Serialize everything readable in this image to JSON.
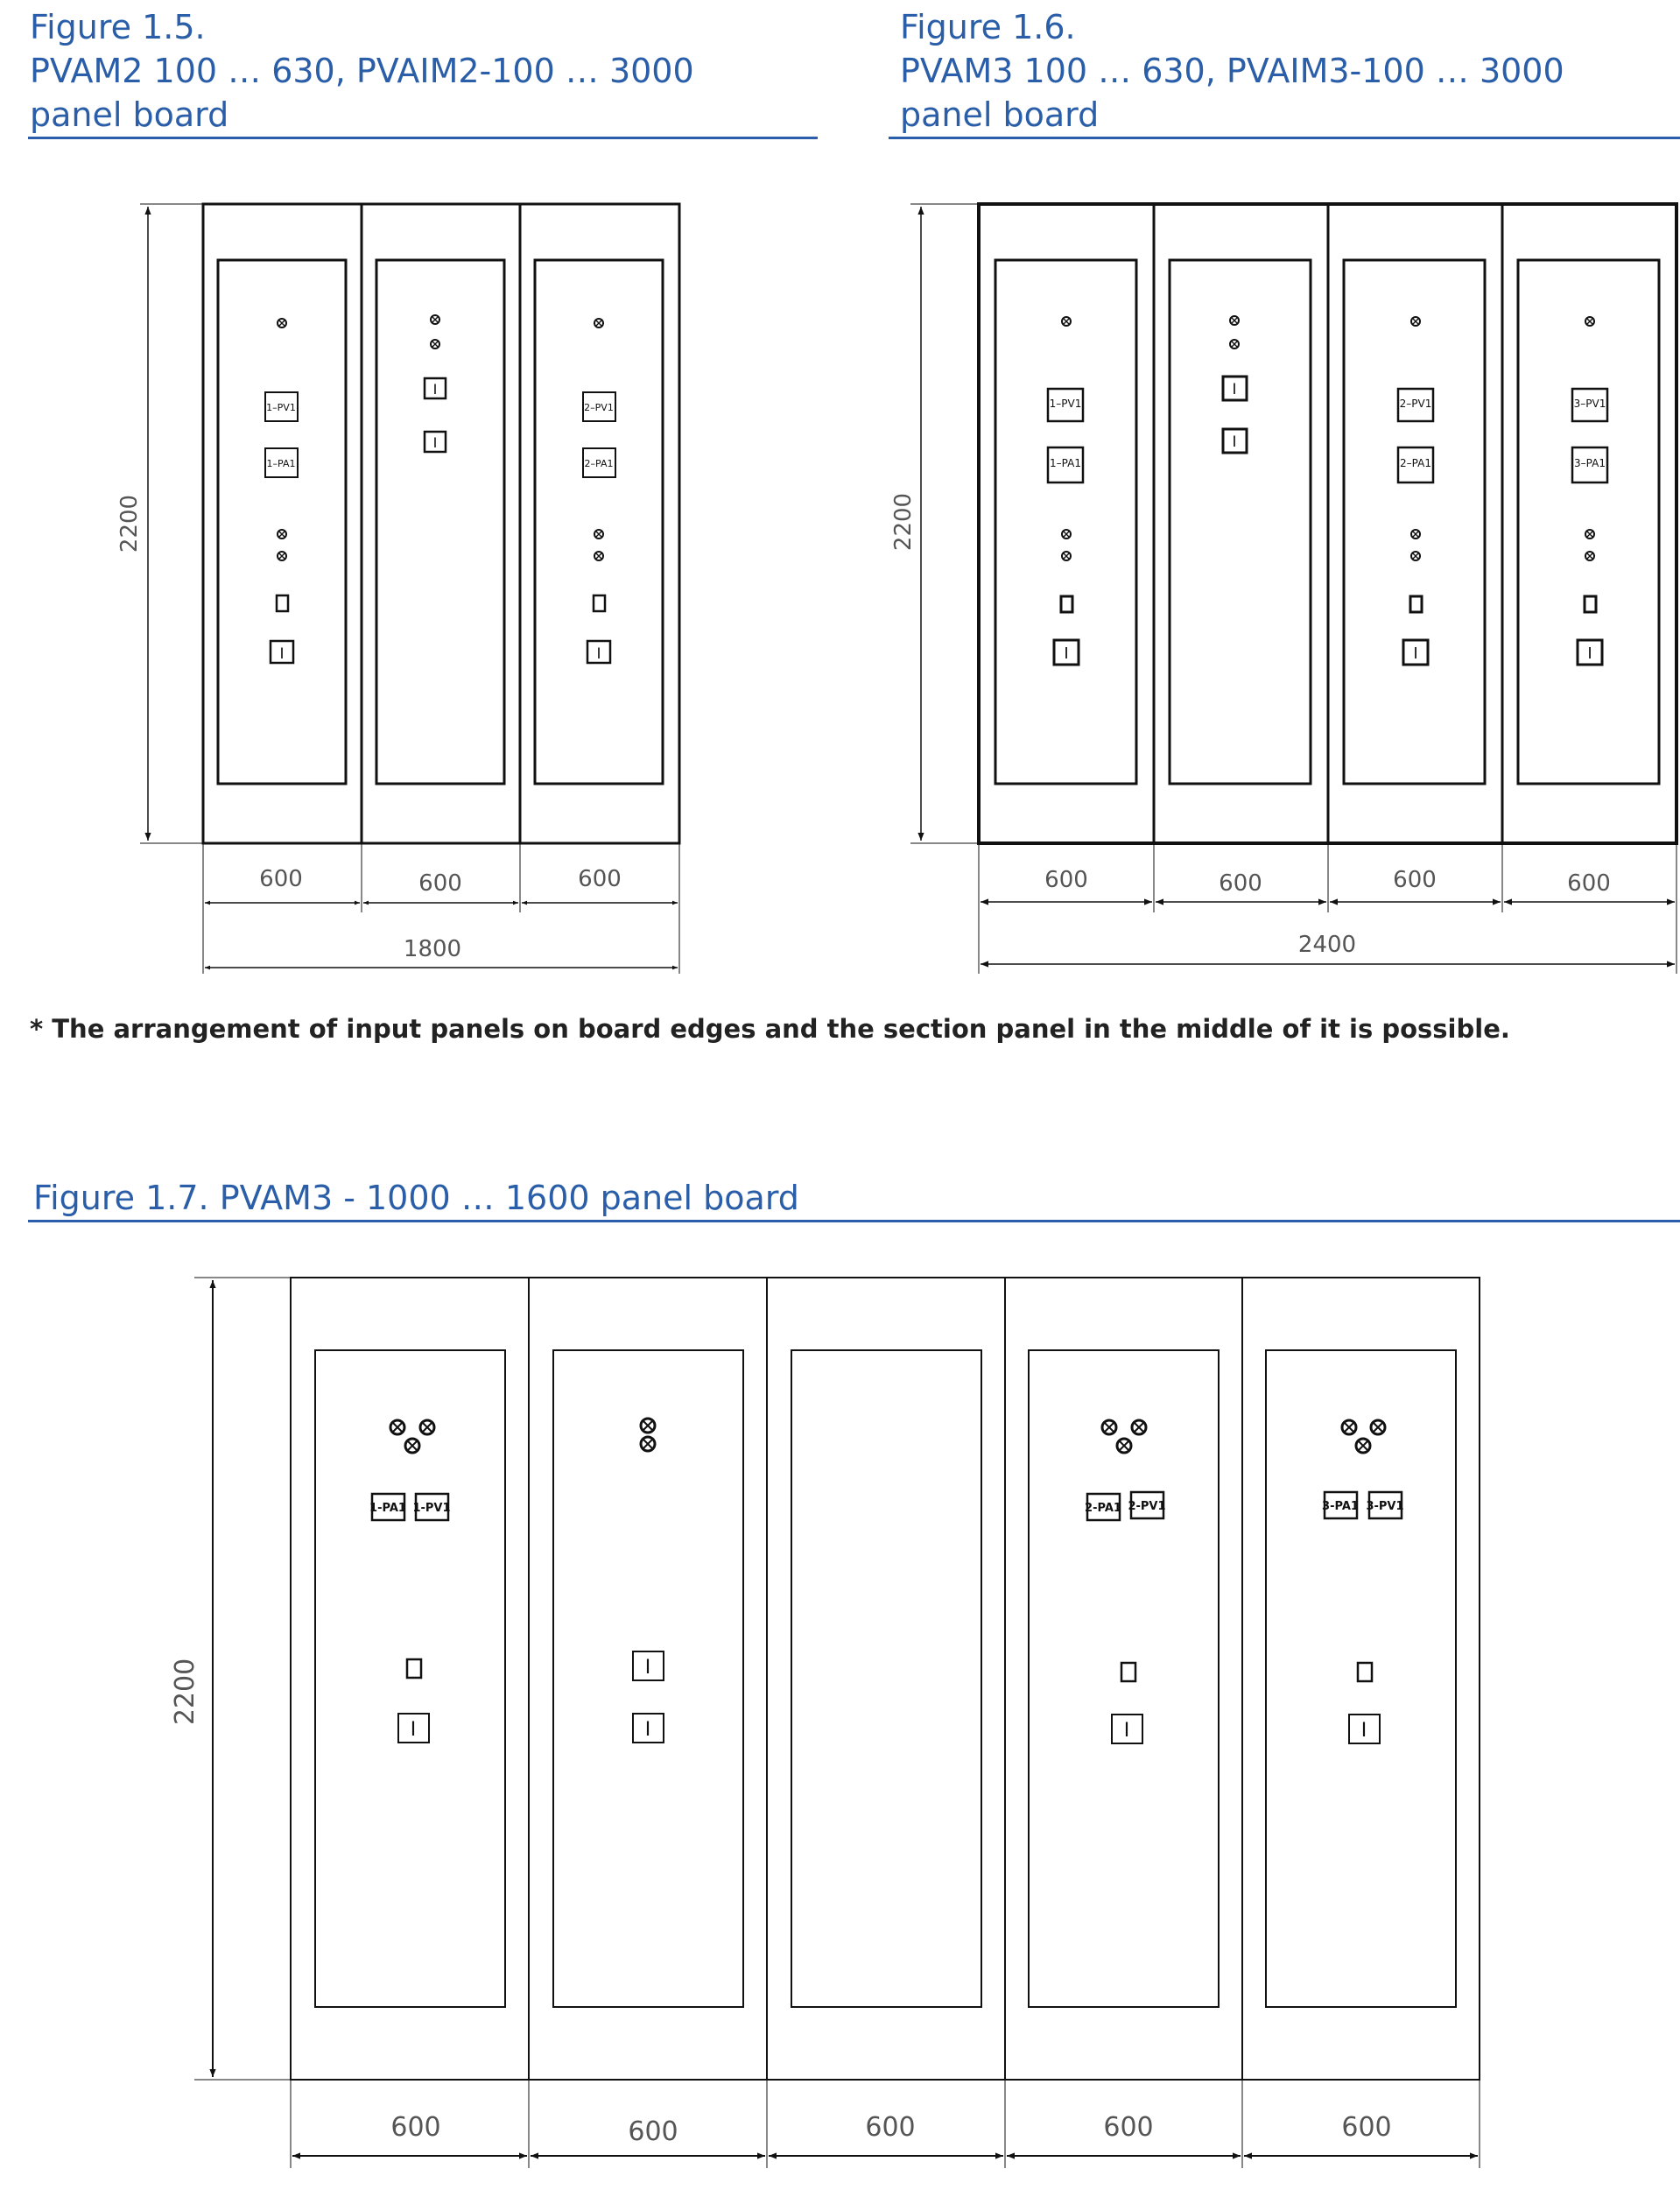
{
  "figure_1_5": {
    "title_line1": "Figure 1.5.",
    "title_line2": "PVAM2 100 … 630, PVAIM2-100 … 3000",
    "title_line3": "panel board",
    "height_dim": "2200",
    "panel_width_dims": [
      "600",
      "600",
      "600"
    ],
    "total_width_dim": "1800",
    "device_labels": {
      "p1_voltmeter": "1–PV1",
      "p1_ammeter": "1–PA1",
      "p3_voltmeter": "2–PV1",
      "p3_ammeter": "2–PA1"
    }
  },
  "figure_1_6": {
    "title_line1": "Figure 1.6.",
    "title_line2": "PVAM3 100 … 630, PVAIM3-100 … 3000",
    "title_line3": "panel board",
    "height_dim": "2200",
    "panel_width_dims": [
      "600",
      "600",
      "600",
      "600"
    ],
    "total_width_dim": "2400",
    "device_labels": {
      "p1_voltmeter": "1–PV1",
      "p1_ammeter": "1–PA1",
      "p3_voltmeter": "2–PV1",
      "p3_ammeter": "2–PA1",
      "p4_voltmeter": "3–PV1",
      "p4_ammeter": "3–PA1"
    }
  },
  "note": "* The arrangement of input panels on board edges and the section panel in the middle of it is possible.",
  "figure_1_7": {
    "title": "Figure 1.7.  PVAM3 - 1000 … 1600 panel board",
    "height_dim": "2200",
    "panel_width_dims": [
      "600",
      "600",
      "600",
      "600",
      "600"
    ],
    "device_labels": {
      "p1_ammeter": "1-PA1",
      "p1_voltmeter": "1-PV1",
      "p4_ammeter": "2-PA1",
      "p4_voltmeter": "2-PV1",
      "p5_ammeter": "3-PA1",
      "p5_voltmeter": "3-PV1"
    }
  },
  "switch_glyph": "I",
  "colors": {
    "heading": "#2a5ea8",
    "drawing": "#111111",
    "dimension": "#555555"
  }
}
